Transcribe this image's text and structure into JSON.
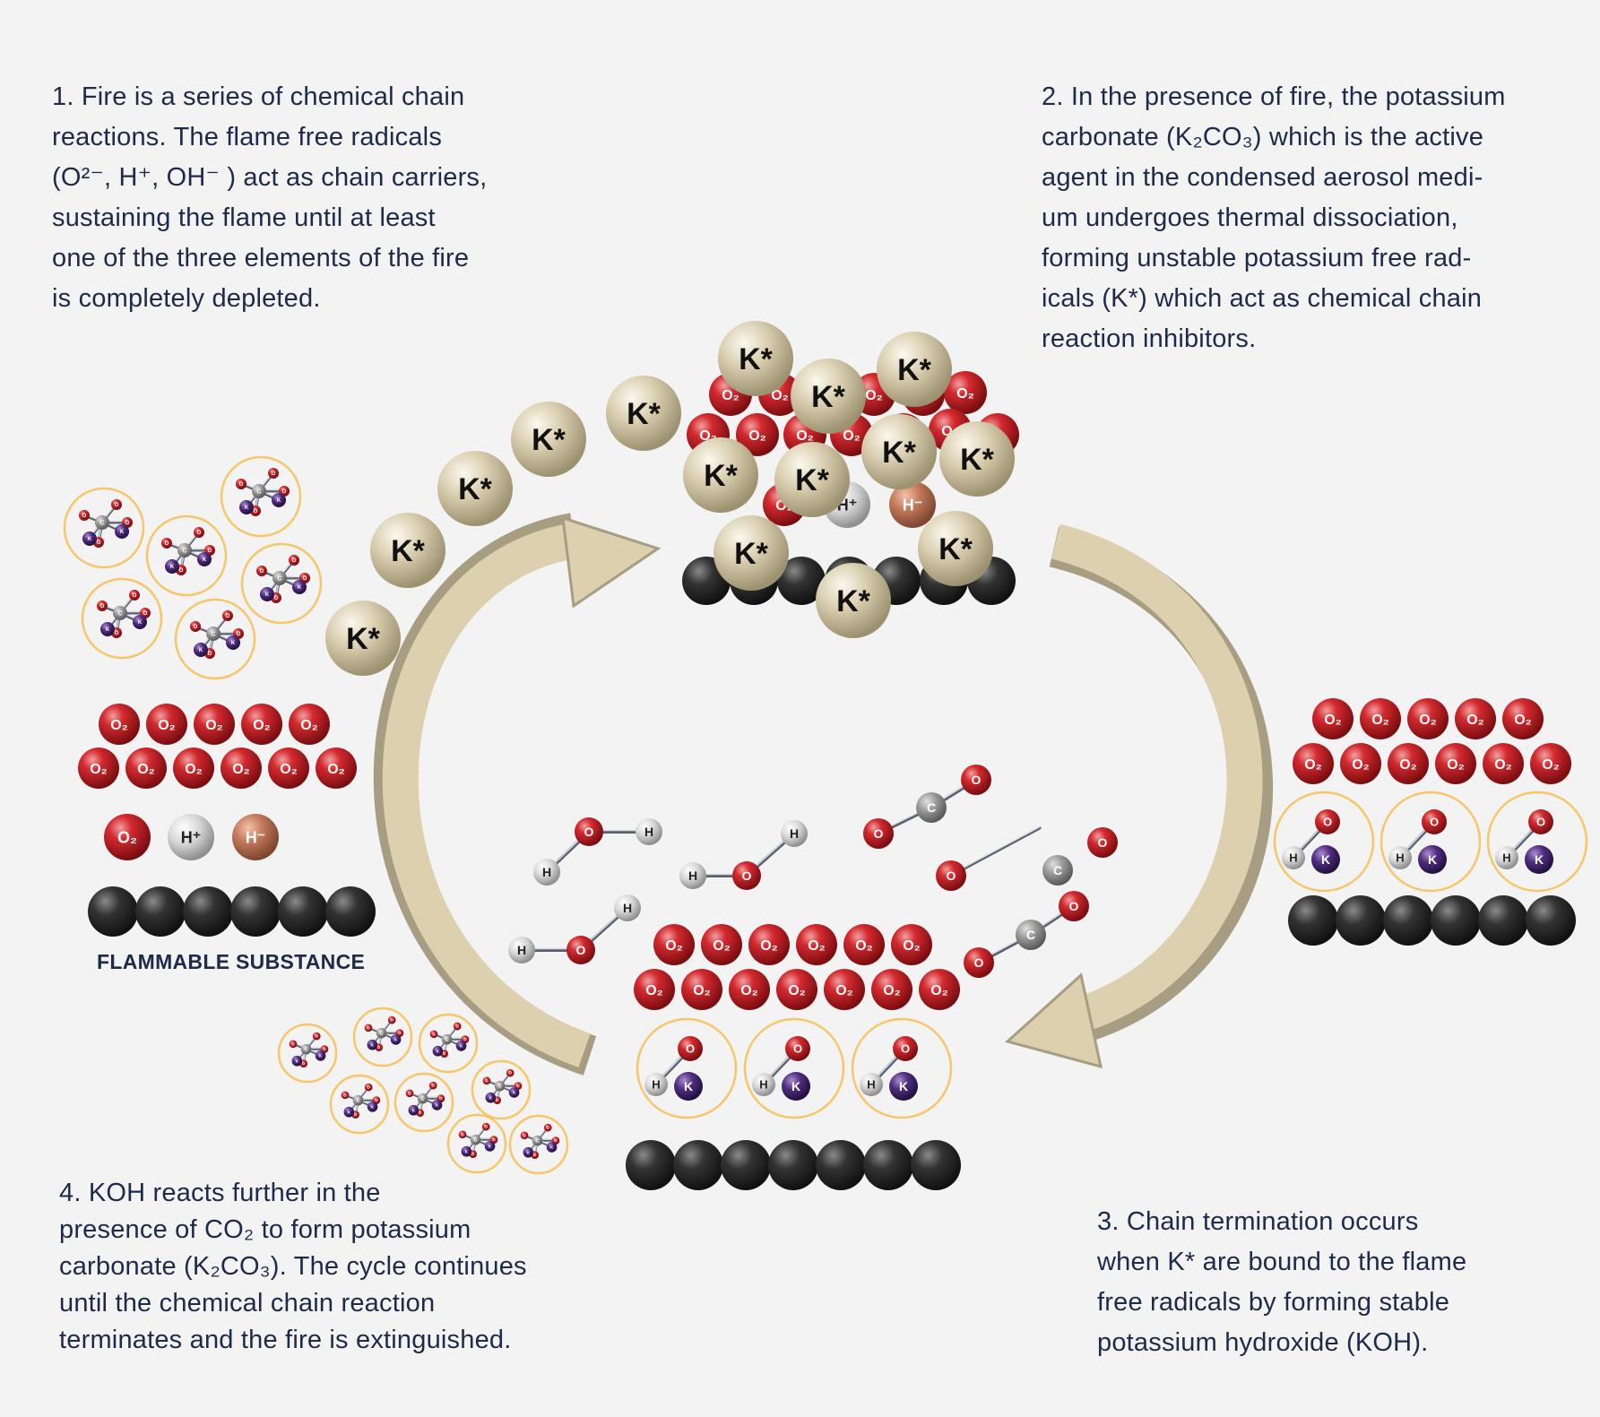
{
  "step1": {
    "lines": [
      "1. Fire is a series of chemical chain",
      "reactions. The flame free radicals",
      "(O²⁻, H⁺, OH⁻ ) act as chain carriers,",
      "sustaining the flame until at least",
      "one of the three elements of the fire",
      "is completely depleted."
    ]
  },
  "step2": {
    "lines": [
      "2. In the presence of fire, the potassium",
      "carbonate (K₂CO₃) which is the active",
      "agent in the condensed aerosol medi-",
      "um undergoes thermal dissociation,",
      "forming unstable potassium free rad-",
      "icals (K*) which act as chemical chain",
      "reaction inhibitors."
    ]
  },
  "step3": {
    "lines": [
      "3. Chain termination occurs",
      "when K* are bound to the flame",
      "free radicals by forming stable",
      "potassium hydroxide (KOH)."
    ]
  },
  "step4": {
    "lines": [
      "4. KOH reacts further in the",
      "presence of  CO₂ to form potassium",
      "carbonate (K₂CO₃). The cycle continues",
      "until the chemical chain reaction",
      "terminates and the fire is extinguished."
    ]
  },
  "flammable_label": "FLAMMABLE SUBSTANCE",
  "molecule_labels": {
    "k_radical": "K*",
    "oxygen": "O₂",
    "oxygen_atom": "O",
    "hydrogen_plus": "H⁺",
    "hydride": "H⁻",
    "hydrogen": "H",
    "carbon": "C",
    "potassium": "K"
  },
  "colors": {
    "text": "#1d2a4a",
    "oxygen": "#c41e23",
    "k_radical": "#d8ceb0",
    "potassium": "#4b2a78",
    "carbon": "#8a8a8a",
    "hydrogen": "#d9d9d9",
    "hydride": "#c07a5a",
    "substance": "#2a2a2a",
    "arrow": "#dcd0ae",
    "arrow_shadow": "#a79d82",
    "ring": "#f5c76a"
  }
}
